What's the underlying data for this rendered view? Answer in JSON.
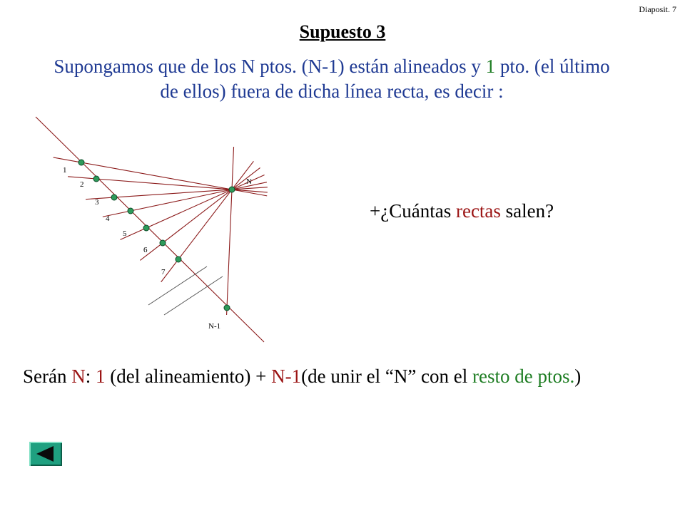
{
  "slide_number": "Diaposit. 7",
  "title": "Supuesto 3",
  "intro": {
    "p1": "Supongamos que de los ",
    "p2": "N",
    "p3": " ptos. (",
    "p4": "N-1",
    "p5": ") están alineados y ",
    "p6": "1",
    "p7": " pto.  (el último de ellos) fuera de dicha línea recta, es decir :"
  },
  "question": {
    "bullet": "+",
    "p1": "¿Cuántas ",
    "p2": "rectas",
    "p3": " salen?"
  },
  "summary": {
    "p1": "Serán ",
    "p2": "N",
    "p3": ":  ",
    "p4": "1",
    "p5": " (del alineamiento)  +  ",
    "p6": "N-1",
    "p7": "(de unir el “N” con el ",
    "p8": "resto de ptos.",
    "p9": ")"
  },
  "diagram": {
    "point_labels": [
      "1",
      "2",
      "3",
      "4",
      "5",
      "6",
      "7",
      "N-1",
      "N"
    ],
    "colors": {
      "line": "#8b1a1a",
      "point": "#2e9a5a",
      "point_outline": "#0d4d2a"
    }
  },
  "colors": {
    "blue_text": "#1f3a93",
    "red_text": "#9b1414",
    "green_text": "#1e7d23",
    "button": "#1fa080"
  },
  "icons": {
    "back_button": "left-triangle-icon"
  }
}
